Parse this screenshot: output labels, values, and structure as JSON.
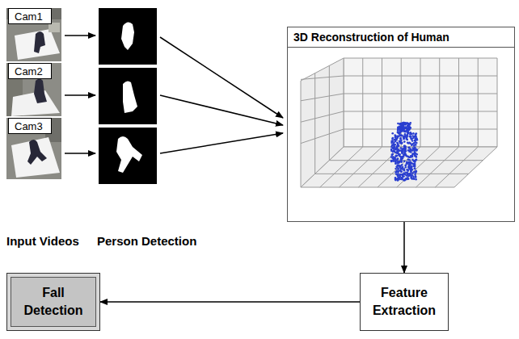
{
  "diagram": {
    "nodes": [
      {
        "text": [
          "Cam1"
        ]
      },
      {
        "text": [
          "Cam2"
        ]
      },
      {
        "text": [
          "Cam3"
        ]
      },
      {
        "text": [
          "3D Reconstruction of Human"
        ]
      },
      {
        "text": [
          "Feature Extraction"
        ]
      },
      {
        "text": [
          "Fall Detection"
        ]
      }
    ],
    "edges": [
      {
        "from": 3,
        "to": 4,
        "arrow": "to"
      },
      {
        "from": 4,
        "to": 5,
        "arrow": "to"
      }
    ],
    "labels": [
      "Input Videos",
      "Person Detection"
    ]
  }
}
